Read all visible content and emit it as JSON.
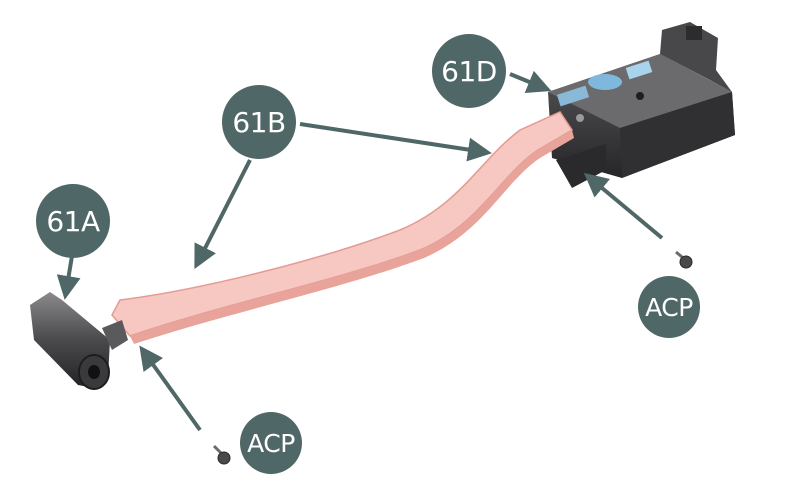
{
  "labels": {
    "part_61a": "61A",
    "part_61b": "61B",
    "part_61d": "61D",
    "screw_right": "ACP",
    "screw_left": "ACP"
  },
  "colors": {
    "callout": "#4f6766",
    "callout_text": "#ffffff",
    "arm": "#f7c7c1",
    "arm_edge": "#e49b93",
    "dark_part": "#3a3a3c"
  }
}
